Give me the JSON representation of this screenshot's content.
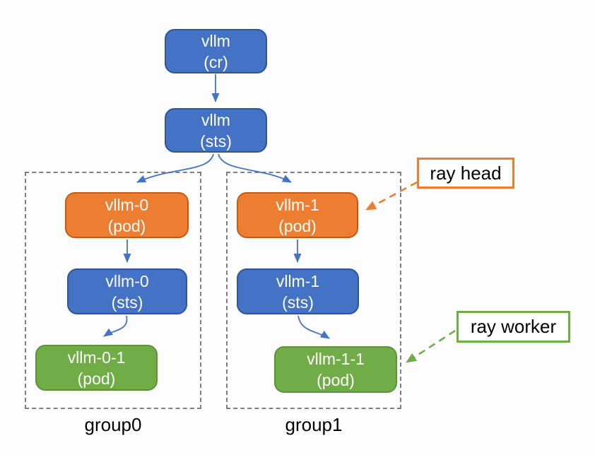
{
  "diagram": {
    "title_hint": "vllm ray cluster kubernetes resource hierarchy",
    "nodes": {
      "cr": {
        "line1": "vllm",
        "line2": "(cr)",
        "color": "blue"
      },
      "sts": {
        "line1": "vllm",
        "line2": "(sts)",
        "color": "blue"
      },
      "pod0": {
        "line1": "vllm-0",
        "line2": "(pod)",
        "color": "orange"
      },
      "sts0": {
        "line1": "vllm-0",
        "line2": "(sts)",
        "color": "blue"
      },
      "pod01": {
        "line1": "vllm-0-1",
        "line2": "(pod)",
        "color": "green"
      },
      "pod1": {
        "line1": "vllm-1",
        "line2": "(pod)",
        "color": "orange"
      },
      "sts1": {
        "line1": "vllm-1",
        "line2": "(sts)",
        "color": "blue"
      },
      "pod11": {
        "line1": "vllm-1-1",
        "line2": "(pod)",
        "color": "green"
      }
    },
    "groups": {
      "group0": {
        "label": "group0"
      },
      "group1": {
        "label": "group1"
      }
    },
    "legend": {
      "ray_head": {
        "label": "ray head",
        "border_color": "#ed7d31",
        "points_to": "pod1"
      },
      "ray_worker": {
        "label": "ray worker",
        "border_color": "#70ad47",
        "points_to": "pod11"
      }
    },
    "edges": [
      {
        "from": "cr",
        "to": "sts",
        "style": "solid"
      },
      {
        "from": "sts",
        "to": "pod0",
        "style": "solid"
      },
      {
        "from": "sts",
        "to": "pod1",
        "style": "solid"
      },
      {
        "from": "pod0",
        "to": "sts0",
        "style": "solid"
      },
      {
        "from": "sts0",
        "to": "pod01",
        "style": "solid"
      },
      {
        "from": "pod1",
        "to": "sts1",
        "style": "solid"
      },
      {
        "from": "sts1",
        "to": "pod11",
        "style": "solid"
      },
      {
        "from": "ray_head",
        "to": "pod1",
        "style": "dashed"
      },
      {
        "from": "ray_worker",
        "to": "pod11",
        "style": "dashed"
      }
    ],
    "colors": {
      "node_blue": "#4472c4",
      "node_blue_border": "#2e5693",
      "node_orange": "#ed7d31",
      "node_orange_border": "#c55a11",
      "node_green": "#70ad47",
      "node_green_border": "#5b9437",
      "arrow_blue": "#4472c4",
      "group_dash_border": "#7f7f7f",
      "node_text": "#ffffff",
      "label_text": "#000000"
    }
  }
}
